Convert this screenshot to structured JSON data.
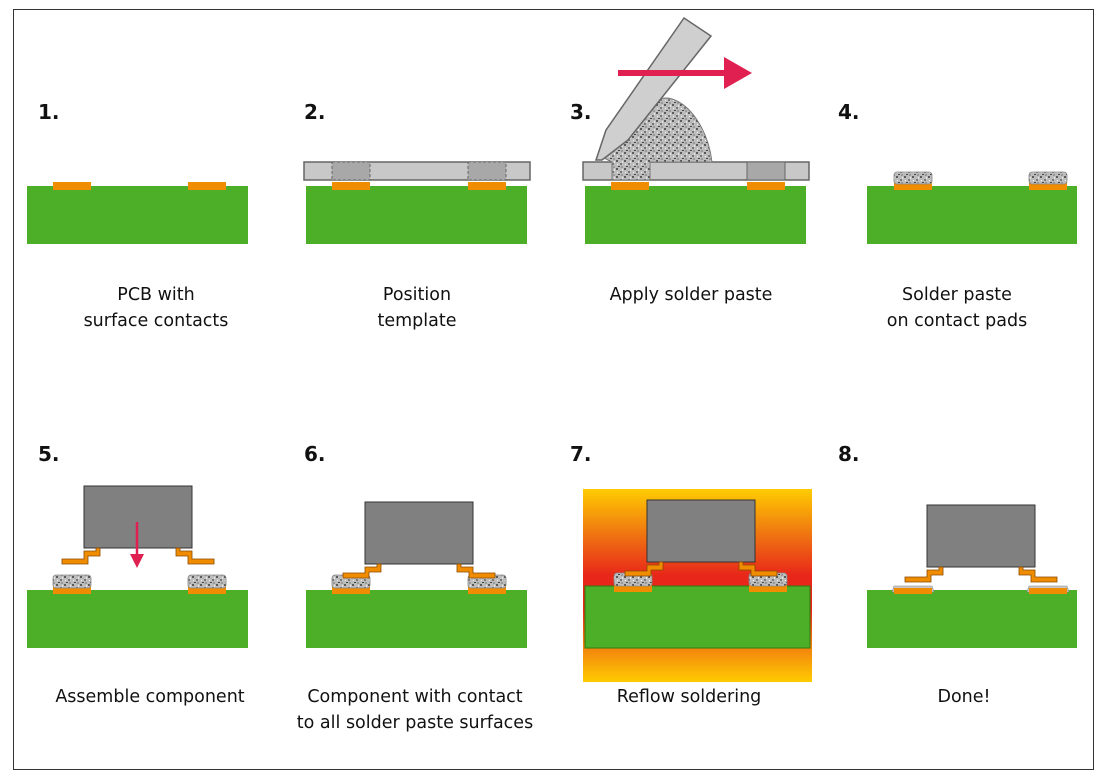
{
  "colors": {
    "pcb": "#4caf27",
    "pad": "#f08c00",
    "template": "#c8c8c8",
    "template_stroke": "#666666",
    "component": "#808080",
    "arrow": "#e02050",
    "heat_outer": "#ffcc00",
    "heat_inner": "#e8261a"
  },
  "steps": [
    {
      "number": "1.",
      "caption_lines": [
        "PCB with",
        "surface contacts"
      ]
    },
    {
      "number": "2.",
      "caption_lines": [
        "Position",
        "template"
      ]
    },
    {
      "number": "3.",
      "caption_lines": [
        "Apply solder paste"
      ]
    },
    {
      "number": "4.",
      "caption_lines": [
        "Solder paste",
        "on contact pads"
      ]
    },
    {
      "number": "5.",
      "caption_lines": [
        "Assemble component"
      ]
    },
    {
      "number": "6.",
      "caption_lines": [
        "Component with contact",
        "to all solder paste surfaces"
      ]
    },
    {
      "number": "7.",
      "caption_lines": [
        "Reflow soldering"
      ]
    },
    {
      "number": "8.",
      "caption_lines": [
        "Done!"
      ]
    }
  ],
  "icons": [
    "squeegee-icon",
    "direction-arrow-icon",
    "placement-arrow-icon"
  ]
}
